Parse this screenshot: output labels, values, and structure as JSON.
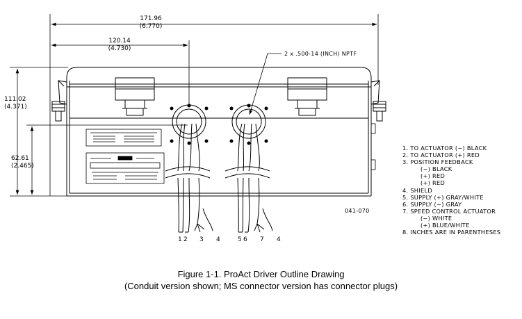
{
  "dimensions": {
    "overall_width": "171.96",
    "overall_width_in": "(6.770)",
    "partial_width": "120.14",
    "partial_width_in": "(4.730)",
    "overall_height": "111.02",
    "overall_height_in": "(4.371)",
    "partial_height": "62.61",
    "partial_height_in": "(2.465)"
  },
  "callout_conduit": "2 x .500-14 (INCH) NPTF",
  "drawing_number": "041-070",
  "wire_numbers_left": [
    "1",
    "2",
    "3",
    "4"
  ],
  "wire_numbers_right": [
    "5",
    "6",
    "7",
    "4"
  ],
  "notes": [
    "1. TO ACTUATOR (−) BLACK",
    "2. TO ACTUATOR (+) RED",
    "3. POSITION FEEDBACK",
    "(−) BLACK",
    "(+) RED",
    "(+) RED",
    "4. SHIELD",
    "5. SUPPLY (+) GRAY/WHITE",
    "6. SUPPLY (−) GRAY",
    "7. SPEED CONTROL ACTUATOR",
    "(−) WHITE",
    "(+) BLUE/WHITE",
    "8. INCHES ARE IN PARENTHESES"
  ],
  "caption": {
    "line1": "Figure 1-1. ProAct Driver Outline Drawing",
    "line2": "(Conduit version shown; MS connector version has connector plugs)"
  }
}
